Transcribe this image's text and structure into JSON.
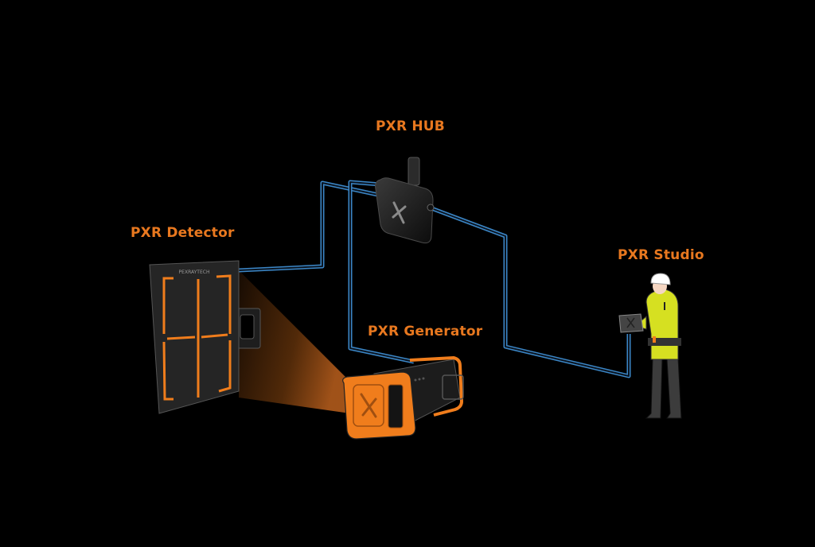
{
  "labels": {
    "hub": "PXR HUB",
    "detector": "PXR Detector",
    "generator": "PXR Generator",
    "studio": "PXR Studio"
  },
  "detector_brand": "PEXRAYTECH",
  "colors": {
    "background": "#000000",
    "accent": "#e8781f",
    "cable": "#3b86c6",
    "device_dark": "#2a2a2a",
    "jacket": "#d6e021"
  },
  "nodes": [
    {
      "id": "hub",
      "name": "PXR HUB",
      "icon": "hub-device"
    },
    {
      "id": "detector",
      "name": "PXR Detector",
      "icon": "flat-panel-detector"
    },
    {
      "id": "generator",
      "name": "PXR Generator",
      "icon": "xray-generator"
    },
    {
      "id": "studio",
      "name": "PXR Studio",
      "icon": "operator-with-tablet"
    }
  ],
  "edges": [
    {
      "from": "detector",
      "to": "hub"
    },
    {
      "from": "generator",
      "to": "hub"
    },
    {
      "from": "hub",
      "to": "studio"
    }
  ]
}
